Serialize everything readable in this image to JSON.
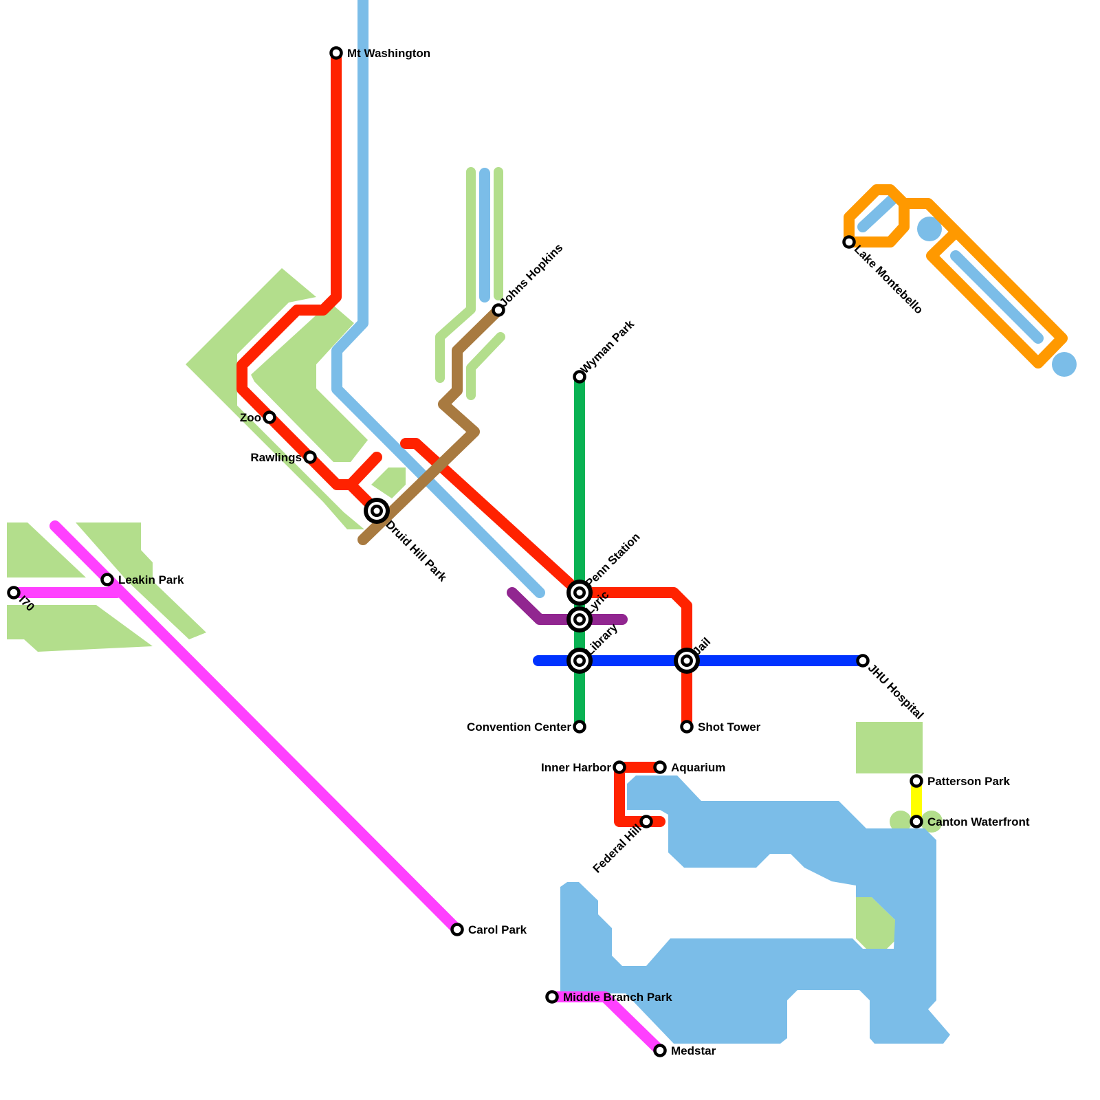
{
  "map": {
    "colors": {
      "park": "#b3de8c",
      "water": "#7bbde8",
      "red": "#ff2200",
      "light_blue": "#7bbde8",
      "brown": "#a87a40",
      "green": "#09b253",
      "blue": "#0033ff",
      "purple": "#912690",
      "magenta": "#ff40ff",
      "orange": "#ff9900",
      "yellow": "#ffff00"
    },
    "stations": [
      {
        "name": "Mt Washington",
        "interchange": false
      },
      {
        "name": "Zoo",
        "interchange": false
      },
      {
        "name": "Rawlings",
        "interchange": false
      },
      {
        "name": "Druid Hill Park",
        "interchange": true
      },
      {
        "name": "Johns Hopkins",
        "interchange": false
      },
      {
        "name": "Wyman Park",
        "interchange": false
      },
      {
        "name": "Penn Station",
        "interchange": true
      },
      {
        "name": "Lyric",
        "interchange": true
      },
      {
        "name": "Library",
        "interchange": true
      },
      {
        "name": "Jail",
        "interchange": true
      },
      {
        "name": "Convention Center",
        "interchange": false
      },
      {
        "name": "Shot Tower",
        "interchange": false
      },
      {
        "name": "Inner Harbor",
        "interchange": false
      },
      {
        "name": "Aquarium",
        "interchange": false
      },
      {
        "name": "Federal Hill",
        "interchange": false
      },
      {
        "name": "JHU Hospital",
        "interchange": false
      },
      {
        "name": "Patterson Park",
        "interchange": false
      },
      {
        "name": "Canton Waterfront",
        "interchange": false
      },
      {
        "name": "Lake Montebello",
        "interchange": false
      },
      {
        "name": "Leakin Park",
        "interchange": false
      },
      {
        "name": "I70",
        "interchange": false
      },
      {
        "name": "Carol Park",
        "interchange": false
      },
      {
        "name": "Middle Branch Park",
        "interchange": false
      },
      {
        "name": "Medstar",
        "interchange": false
      }
    ]
  }
}
